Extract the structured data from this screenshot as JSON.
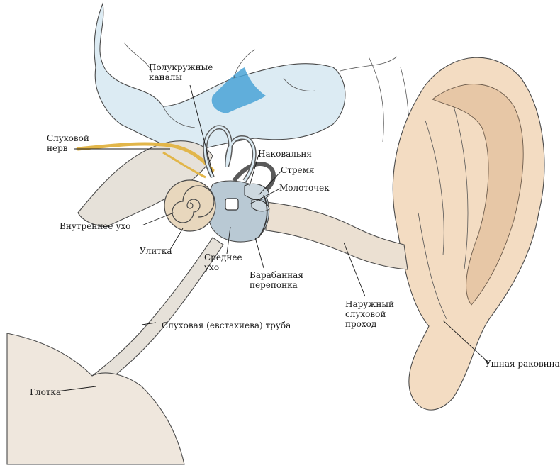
{
  "labels": {
    "semicircular": "Полукружные каналы",
    "auditory_nerve": "Слуховой нерв",
    "incus": "Наковальня",
    "stapes": "Стремя",
    "malleus": "Молоточек",
    "inner_ear": "Внутреннее ухо",
    "cochlea": "Улитка",
    "middle_ear": "Среднее ухо",
    "eardrum": "Барабанная перепонка",
    "ear_canal": "Наружный слуховой проход",
    "eustachian": "Слуховая (евстахиева) труба",
    "pinna": "Ушная раковина",
    "pharynx": "Глотка"
  },
  "colors": {
    "bone_blue": "#cfe3ee",
    "bone_blue_dark": "#4aa3d6",
    "skin": "#f3dcc2",
    "skin_shade": "#e7c7a6",
    "nerve": "#e2b64a",
    "tissue": "#e6e1d9",
    "ossicle": "#b9c9d4"
  }
}
